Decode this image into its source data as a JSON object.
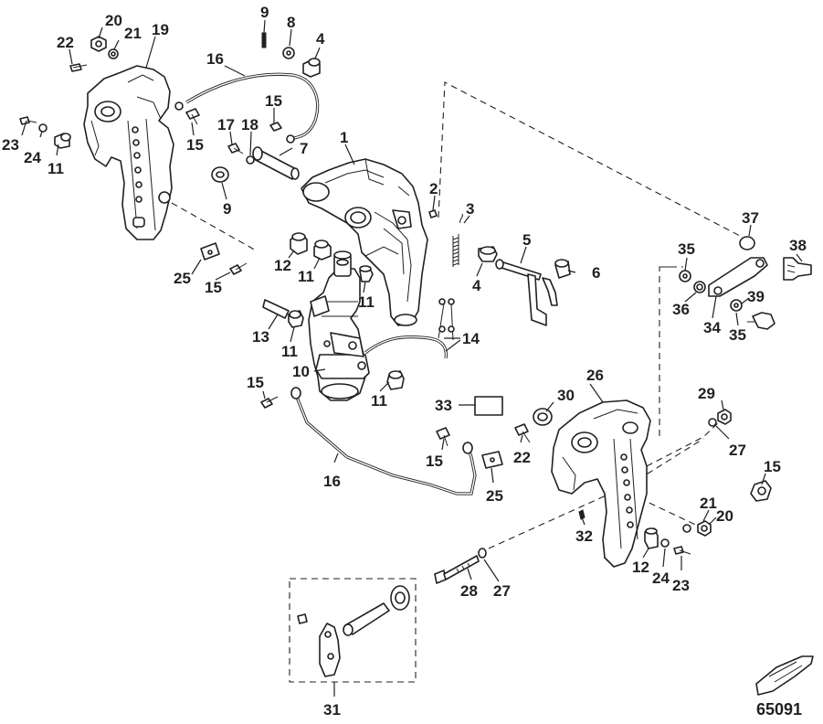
{
  "figure_number": "65091",
  "callouts": [
    {
      "id": "c-20a",
      "text": "20"
    },
    {
      "id": "c-22a",
      "text": "22"
    },
    {
      "id": "c-21a",
      "text": "21"
    },
    {
      "id": "c-19",
      "text": "19"
    },
    {
      "id": "c-9a",
      "text": "9"
    },
    {
      "id": "c-8",
      "text": "8"
    },
    {
      "id": "c-4a",
      "text": "4"
    },
    {
      "id": "c-16a",
      "text": "16"
    },
    {
      "id": "c-15a",
      "text": "15"
    },
    {
      "id": "c-15b",
      "text": "15"
    },
    {
      "id": "c-17",
      "text": "17"
    },
    {
      "id": "c-18",
      "text": "18"
    },
    {
      "id": "c-7",
      "text": "7"
    },
    {
      "id": "c-1",
      "text": "1"
    },
    {
      "id": "c-23a",
      "text": "23"
    },
    {
      "id": "c-24a",
      "text": "24"
    },
    {
      "id": "c-11a",
      "text": "11"
    },
    {
      "id": "c-9b",
      "text": "9"
    },
    {
      "id": "c-2",
      "text": "2"
    },
    {
      "id": "c-3",
      "text": "3"
    },
    {
      "id": "c-12a",
      "text": "12"
    },
    {
      "id": "c-11b",
      "text": "11"
    },
    {
      "id": "c-11c",
      "text": "11"
    },
    {
      "id": "c-25a",
      "text": "25"
    },
    {
      "id": "c-15c",
      "text": "15"
    },
    {
      "id": "c-5",
      "text": "5"
    },
    {
      "id": "c-4b",
      "text": "4"
    },
    {
      "id": "c-6",
      "text": "6"
    },
    {
      "id": "c-37",
      "text": "37"
    },
    {
      "id": "c-35a",
      "text": "35"
    },
    {
      "id": "c-38",
      "text": "38"
    },
    {
      "id": "c-13",
      "text": "13"
    },
    {
      "id": "c-11d",
      "text": "11"
    },
    {
      "id": "c-14",
      "text": "14"
    },
    {
      "id": "c-36",
      "text": "36"
    },
    {
      "id": "c-34",
      "text": "34"
    },
    {
      "id": "c-39",
      "text": "39"
    },
    {
      "id": "c-35b",
      "text": "35"
    },
    {
      "id": "c-10",
      "text": "10"
    },
    {
      "id": "c-15d",
      "text": "15"
    },
    {
      "id": "c-11e",
      "text": "11"
    },
    {
      "id": "c-26",
      "text": "26"
    },
    {
      "id": "c-33",
      "text": "33"
    },
    {
      "id": "c-30",
      "text": "30"
    },
    {
      "id": "c-29",
      "text": "29"
    },
    {
      "id": "c-27a",
      "text": "27"
    },
    {
      "id": "c-15e",
      "text": "15"
    },
    {
      "id": "c-22b",
      "text": "22"
    },
    {
      "id": "c-16b",
      "text": "16"
    },
    {
      "id": "c-25b",
      "text": "25"
    },
    {
      "id": "c-15f",
      "text": "15"
    },
    {
      "id": "c-21b",
      "text": "21"
    },
    {
      "id": "c-20b",
      "text": "20"
    },
    {
      "id": "c-32",
      "text": "32"
    },
    {
      "id": "c-12b",
      "text": "12"
    },
    {
      "id": "c-24b",
      "text": "24"
    },
    {
      "id": "c-23b",
      "text": "23"
    },
    {
      "id": "c-28",
      "text": "28"
    },
    {
      "id": "c-27b",
      "text": "27"
    },
    {
      "id": "c-31",
      "text": "31"
    }
  ]
}
